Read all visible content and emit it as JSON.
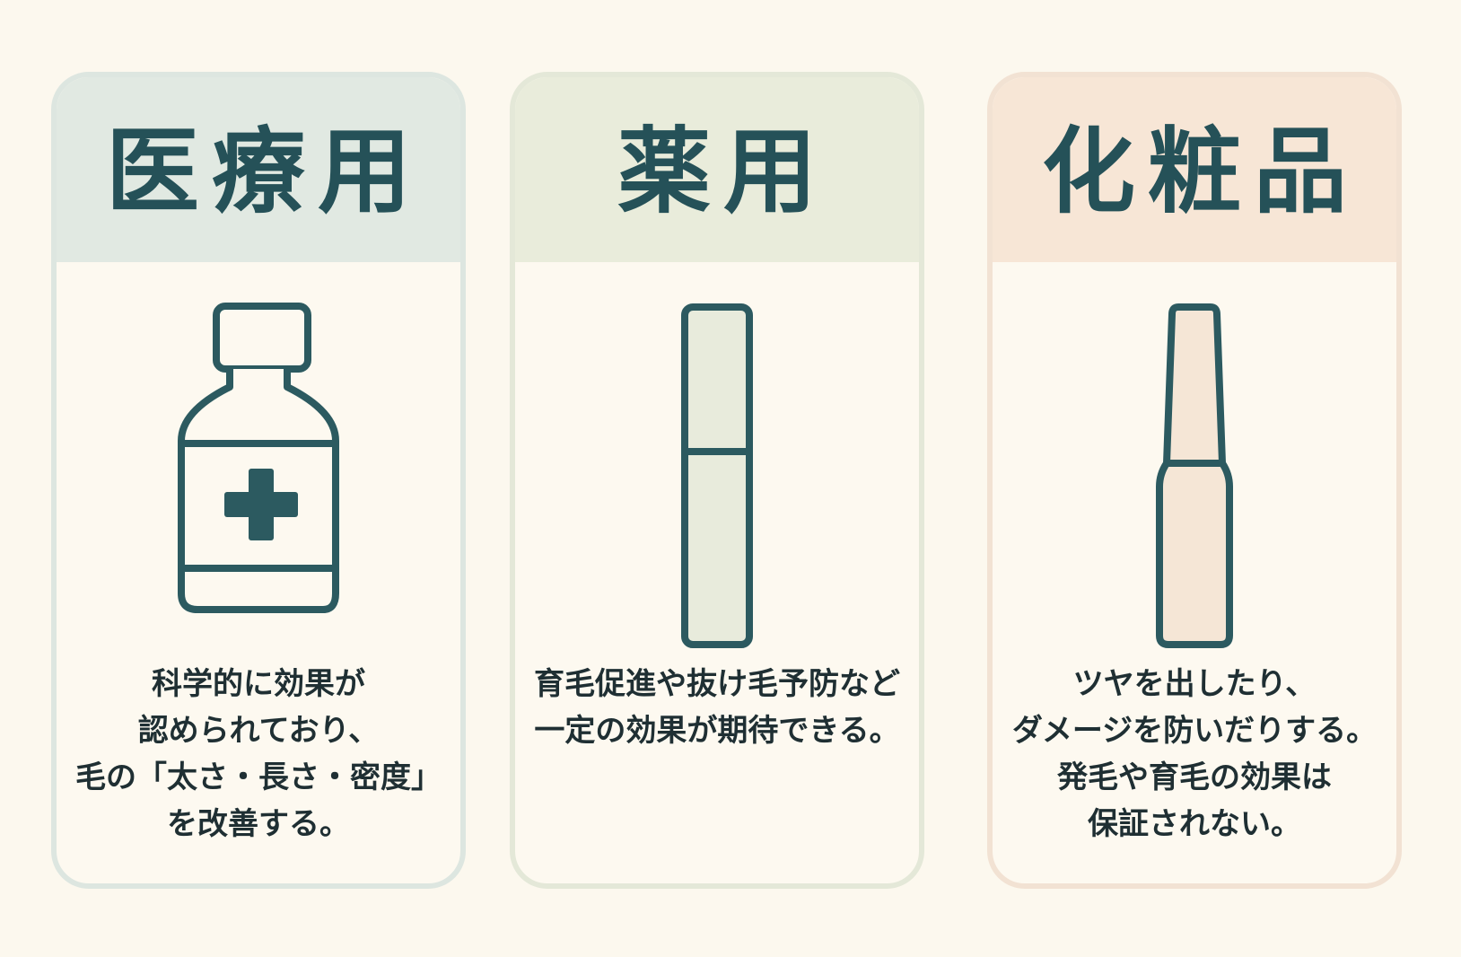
{
  "colors": {
    "stroke": "#2c5a60",
    "title": "#255158",
    "medical_header": "#e1e9e2",
    "quasi_header": "#e9ecdb",
    "cosmetic_header": "#f7e6d6",
    "quasi_fill": "#e8ebdc",
    "cosmetic_fill": "#f5e6d6"
  },
  "cards": [
    {
      "title": "医療用",
      "icon": "medicine-bottle-icon",
      "desc_lines": [
        "科学的に効果が",
        "認められており、",
        "毛の「太さ・長さ・密度」",
        "を改善する。"
      ]
    },
    {
      "title": "薬用",
      "icon": "tube-icon",
      "desc_lines": [
        "育毛促進や抜け毛予防など",
        "一定の効果が期待できる。"
      ]
    },
    {
      "title": "化粧品",
      "icon": "ampoule-bottle-icon",
      "desc_lines": [
        "ツヤを出したり、",
        "ダメージを防いだりする。",
        "発毛や育毛の効果は",
        "保証されない。"
      ]
    }
  ]
}
